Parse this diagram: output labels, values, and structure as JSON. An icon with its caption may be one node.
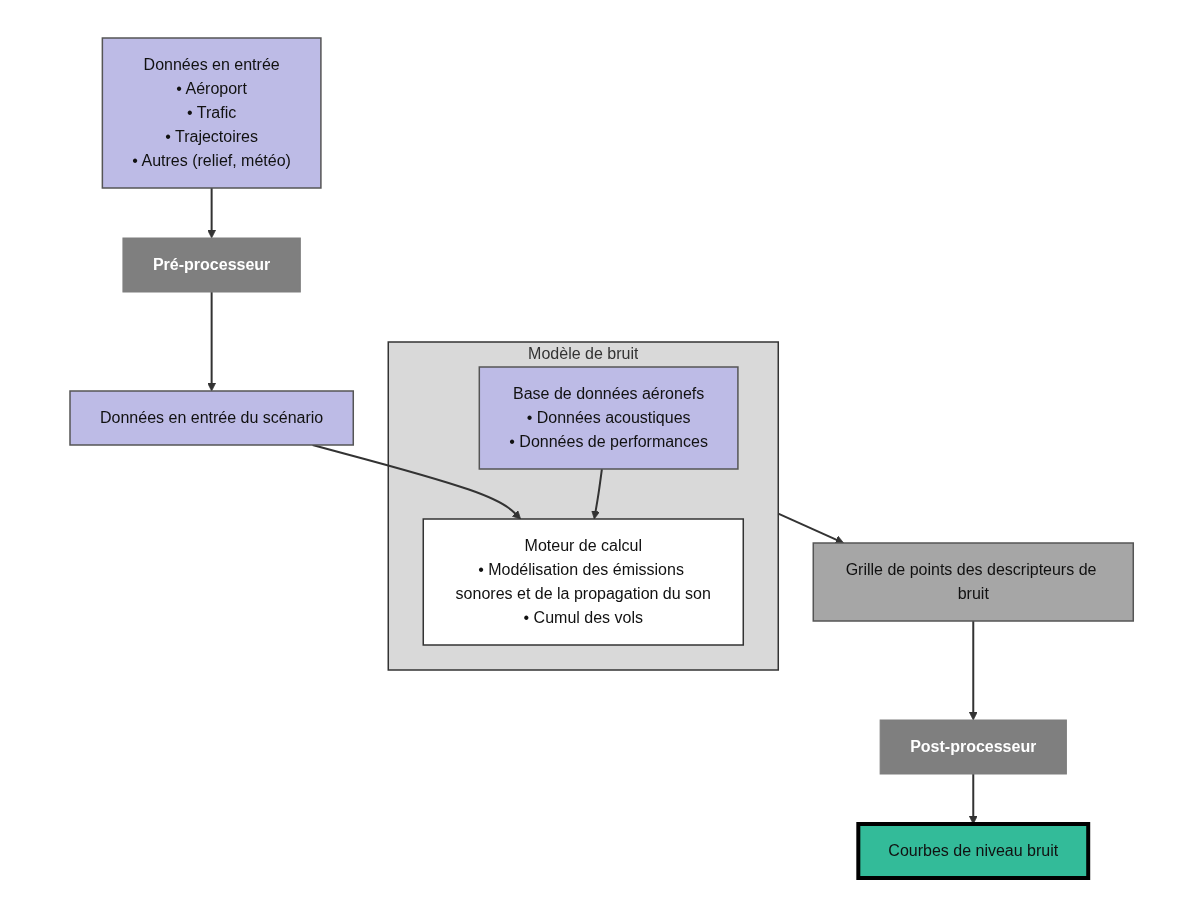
{
  "diagram": {
    "nodes": [
      {
        "text": [
          "Modèle de bruit"
        ]
      },
      {
        "text": [
          "Base de données aéronefs",
          "• Données acoustiques",
          "• Données de performances"
        ],
        "in": 0
      },
      {
        "text": [
          "Moteur de calcul",
          "• Modélisation des émissions sonores et de la propagation du son",
          "• Cumul des vols"
        ],
        "in": 0
      },
      {
        "text": [
          "Données en entrée",
          "• Aéroport",
          "• Trafic",
          "• Trajectoires",
          "• Autres (relief, météo)"
        ]
      },
      {
        "text": [
          "Pré-processeur"
        ]
      },
      {
        "text": [
          "Données en entrée du scénario"
        ]
      },
      {
        "text": [
          "Grille de points des descripteurs de bruit"
        ]
      },
      {
        "text": [
          "Post-processeur"
        ]
      },
      {
        "text": [
          "Courbes de niveau bruit"
        ]
      }
    ],
    "edges": [
      {
        "from": 1,
        "to": 2,
        "arrow": "to"
      },
      {
        "from": 3,
        "to": 4,
        "arrow": "to"
      },
      {
        "from": 4,
        "to": 5,
        "arrow": "to"
      },
      {
        "from": 5,
        "to": 2,
        "arrow": "to"
      },
      {
        "from": 0,
        "to": 6,
        "arrow": "to"
      },
      {
        "from": 6,
        "to": 7,
        "arrow": "to"
      },
      {
        "from": 7,
        "to": 8,
        "arrow": "to"
      }
    ]
  }
}
